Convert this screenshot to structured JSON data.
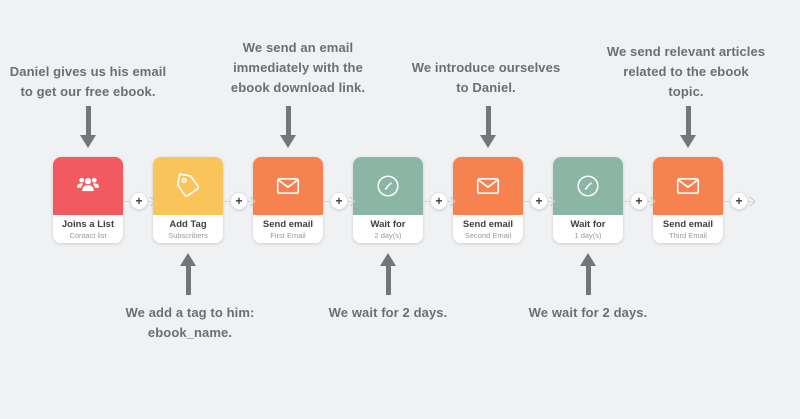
{
  "canvas": {
    "background": "#f0f1f2"
  },
  "cards": [
    {
      "title": "Joins a List",
      "subtitle": "Contact list",
      "color": "#F25A5F",
      "icon": "users-icon"
    },
    {
      "title": "Add Tag",
      "subtitle": "Subscribers",
      "color": "#F9C45A",
      "icon": "tag-icon"
    },
    {
      "title": "Send email",
      "subtitle": "First Email",
      "color": "#F5824F",
      "icon": "mail-icon"
    },
    {
      "title": "Wait for",
      "subtitle": "2 day(s)",
      "color": "#8BB5A4",
      "icon": "clock-icon"
    },
    {
      "title": "Send email",
      "subtitle": "Second Email",
      "color": "#F5824F",
      "icon": "mail-icon"
    },
    {
      "title": "Wait for",
      "subtitle": "1 day(s)",
      "color": "#8BB5A4",
      "icon": "clock-icon"
    },
    {
      "title": "Send email",
      "subtitle": "Third Email",
      "color": "#F5824F",
      "icon": "mail-icon"
    }
  ],
  "connectors": {
    "plus_label": "+",
    "count": 7
  },
  "annotations": {
    "top": [
      {
        "text": "Daniel gives us his email\nto get our free ebook."
      },
      {
        "text": "We send an email\nimmediately with the\nebook download link."
      },
      {
        "text": "We introduce ourselves\nto Daniel."
      },
      {
        "text": "We send relevant articles\nrelated to the ebook\ntopic."
      }
    ],
    "bottom": [
      {
        "text": "We add a tag to him:\nebook_name."
      },
      {
        "text": "We wait for 2 days."
      },
      {
        "text": "We wait for 2 days."
      }
    ]
  },
  "colors": {
    "annotation_text": "#6c6e71",
    "arrow": "#737578",
    "card_title": "#3e4044",
    "card_subtitle": "#97999d"
  }
}
